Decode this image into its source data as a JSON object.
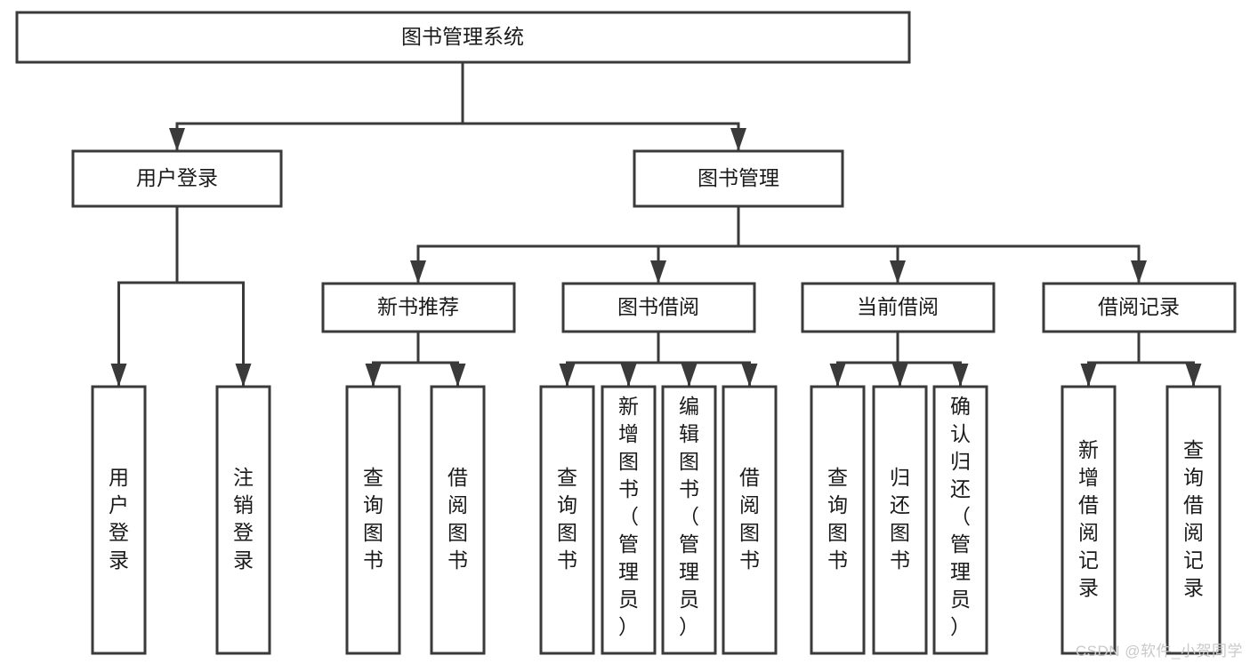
{
  "diagram": {
    "type": "tree",
    "title": "图书管理系统",
    "watermark": "CSDN @软件_小贺同学",
    "colors": {
      "stroke": "#3a3a3a",
      "box_fill": "#ffffff",
      "text": "#1a1a1a",
      "background": "#ffffff",
      "watermark": "#c9c9c9"
    },
    "levels": {
      "root": {
        "label": "图书管理系统"
      },
      "level2": [
        {
          "label": "用户登录"
        },
        {
          "label": "图书管理"
        }
      ],
      "level3": [
        {
          "label": "新书推荐"
        },
        {
          "label": "图书借阅"
        },
        {
          "label": "当前借阅"
        },
        {
          "label": "借阅记录"
        }
      ],
      "leaves": [
        {
          "label": "用户登录",
          "parent": "用户登录"
        },
        {
          "label": "注销登录",
          "parent": "用户登录"
        },
        {
          "label": "查询图书",
          "parent": "新书推荐"
        },
        {
          "label": "借阅图书",
          "parent": "新书推荐"
        },
        {
          "label": "查询图书",
          "parent": "图书借阅"
        },
        {
          "label": "新增图书（管理员）",
          "parent": "图书借阅"
        },
        {
          "label": "编辑图书（管理员）",
          "parent": "图书借阅"
        },
        {
          "label": "借阅图书",
          "parent": "图书借阅"
        },
        {
          "label": "查询图书",
          "parent": "当前借阅"
        },
        {
          "label": "归还图书",
          "parent": "当前借阅"
        },
        {
          "label": "确认归还（管理员）",
          "parent": "当前借阅"
        },
        {
          "label": "新增借阅记录",
          "parent": "借阅记录"
        },
        {
          "label": "查询借阅记录",
          "parent": "借阅记录"
        }
      ]
    }
  }
}
